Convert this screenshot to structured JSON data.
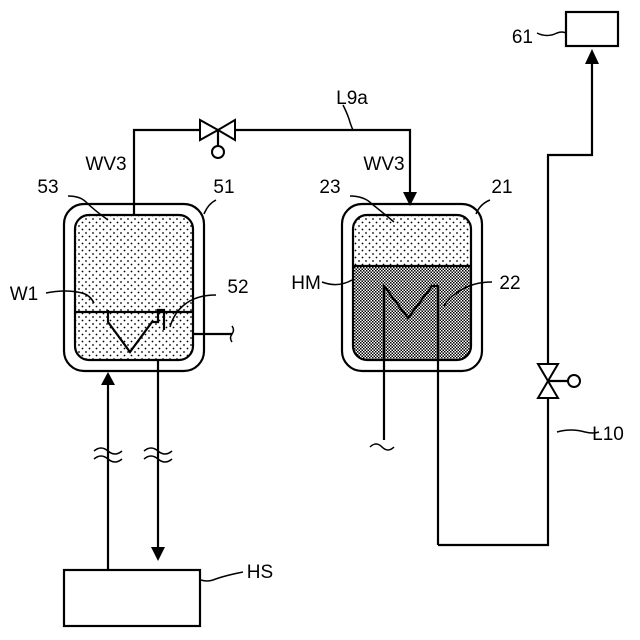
{
  "labels": {
    "box_61": "61",
    "line_l9a": "L9a",
    "left_vapor": "WV3",
    "left_vapor_space": "53",
    "left_vessel": "51",
    "right_vapor": "WV3",
    "right_vapor_space": "23",
    "right_vessel": "21",
    "left_liquid": "W1",
    "left_coil": "52",
    "right_liquid": "HM",
    "right_coil": "22",
    "line_l10": "L10",
    "heat_source": "HS"
  }
}
